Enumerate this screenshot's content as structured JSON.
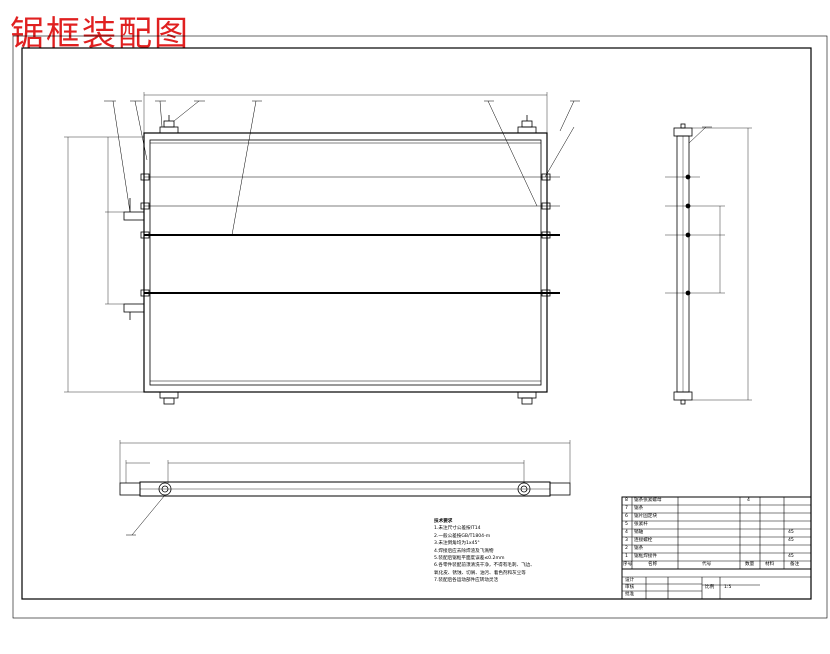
{
  "title": "锯框装配图",
  "notes": {
    "heading": "技术要求",
    "lines": [
      "1.未注尺寸公差按IT14",
      "2.一般公差按GB/T1804-m",
      "3.未注倒角均为1x45°",
      "4.焊接后应去除焊渣及飞溅物",
      "5.装配后锯框平面度误差≤0.2mm",
      "6.各零件装配前须清洗干净，不得有毛刺、飞边、",
      "  氧化皮、锈蚀、切屑、油污、着色剂和灰尘等",
      "7.装配后各运动部件应转动灵活"
    ]
  },
  "title_block": {
    "rows": [
      {
        "no": "8",
        "name": "锯条张紧螺母",
        "code": "",
        "qty": "4",
        "material": "",
        "note": ""
      },
      {
        "no": "7",
        "name": "锯条",
        "code": "",
        "qty": "",
        "material": "",
        "note": ""
      },
      {
        "no": "6",
        "name": "锯片固定块",
        "code": "",
        "qty": "",
        "material": "",
        "note": ""
      },
      {
        "no": "5",
        "name": "张紧杆",
        "code": "",
        "qty": "",
        "material": "",
        "note": ""
      },
      {
        "no": "4",
        "name": "销轴",
        "code": "",
        "qty": "",
        "material": "45",
        "note": ""
      },
      {
        "no": "3",
        "name": "连接螺栓",
        "code": "",
        "qty": "",
        "material": "45",
        "note": ""
      },
      {
        "no": "2",
        "name": "锯条",
        "code": "",
        "qty": "",
        "material": "",
        "note": ""
      },
      {
        "no": "1",
        "name": "锯框焊接件",
        "code": "",
        "qty": "",
        "material": "45",
        "note": ""
      }
    ],
    "header": {
      "no": "序号",
      "name": "名称",
      "code": "代号",
      "qty": "数量",
      "material": "材料",
      "note": "备注"
    },
    "sign_labels": [
      "设计",
      "审核",
      "批准"
    ],
    "scale_label": "比例",
    "scale_value": "1:5"
  }
}
